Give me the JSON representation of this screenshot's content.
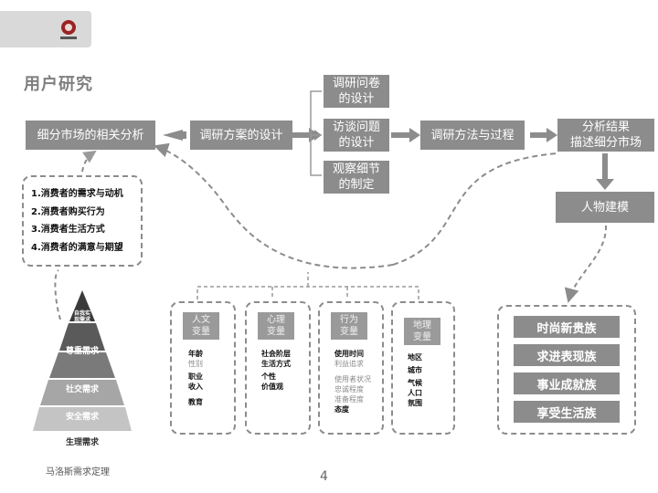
{
  "title": "用户研究",
  "flow": {
    "segmentation_analysis": "细分市场的相关分析",
    "research_plan": "调研方案的设计",
    "questionnaire": [
      "调研问卷",
      "的设计"
    ],
    "interview": [
      "访谈问题",
      "的设计"
    ],
    "observation": [
      "观察细节",
      "的制定"
    ],
    "methods_process": "调研方法与过程",
    "results": [
      "分析结果",
      "描述细分市场"
    ],
    "persona_modeling": "人物建模"
  },
  "consumer_needs": [
    "1.消费者的需求与动机",
    "2.消费者购买行为",
    "3.消费者生活方式",
    "4.消费者的满意与期望"
  ],
  "variables": [
    {
      "head": [
        "人文",
        "变量"
      ],
      "items": [
        {
          "text": "年龄",
          "style": "b"
        },
        {
          "text": "性别",
          "style": "l"
        },
        {
          "text": "职业",
          "style": "b"
        },
        {
          "text": "收入",
          "style": "b"
        },
        {
          "text": "",
          "style": "b"
        },
        {
          "text": "教育",
          "style": "b"
        }
      ]
    },
    {
      "head": [
        "心理",
        "变量"
      ],
      "items": [
        {
          "text": "社会阶层",
          "style": "b"
        },
        {
          "text": "生活方式",
          "style": "b"
        },
        {
          "text": "个性",
          "style": "b"
        },
        {
          "text": "价值观",
          "style": "b"
        }
      ]
    },
    {
      "head": [
        "行为",
        "变量"
      ],
      "items": [
        {
          "text": "使用时间",
          "style": "b"
        },
        {
          "text": "利益追求",
          "style": "l"
        },
        {
          "text": "",
          "style": "l"
        },
        {
          "text": "使用者状况",
          "style": "l"
        },
        {
          "text": "忠诚程度",
          "style": "l"
        },
        {
          "text": "准备程度",
          "style": "l"
        },
        {
          "text": "态度",
          "style": "b"
        }
      ]
    },
    {
      "head": [
        "地理",
        "变量"
      ],
      "items": [
        {
          "text": "地区",
          "style": "b"
        },
        {
          "text": "城市",
          "style": "b"
        },
        {
          "text": "",
          "style": "b"
        },
        {
          "text": "气候",
          "style": "b"
        },
        {
          "text": "人口",
          "style": "b"
        },
        {
          "text": "氛围",
          "style": "b"
        }
      ]
    }
  ],
  "personas": [
    "时尚新贵族",
    "求进表现族",
    "事业成就族",
    "享受生活族"
  ],
  "pyramid": {
    "levels": [
      "自我实现需求",
      "尊重需求",
      "社交需求",
      "安全需求",
      "生理需求"
    ],
    "caption": "马洛斯需求定理"
  },
  "page_number": "4",
  "colors": {
    "box": "#8c8c8c",
    "dash": "#8c8c8c",
    "title": "#7f7f7f"
  }
}
